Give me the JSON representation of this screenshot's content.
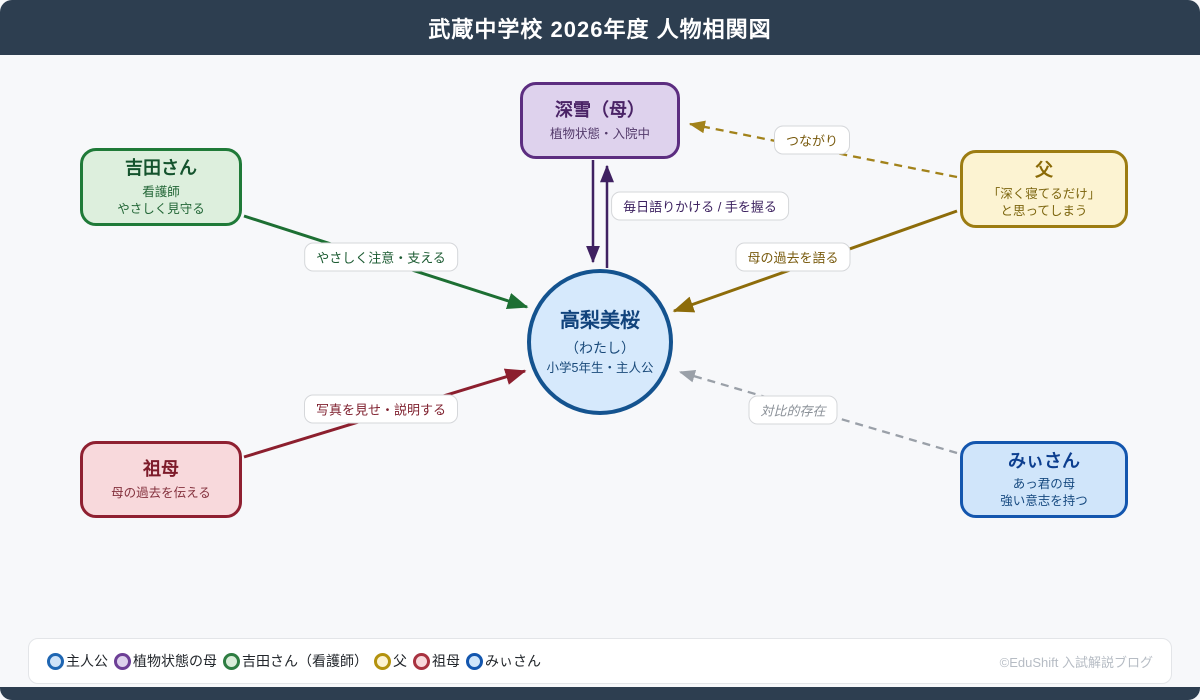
{
  "header": {
    "title": "武蔵中学校 2026年度 人物相関図"
  },
  "nodes": {
    "protagonist": {
      "title": "高梨美桜",
      "subtitle": "（わたし）",
      "description": "小学5年生・主人公"
    },
    "mother": {
      "title": "深雪（母）",
      "line1": "植物状態・入院中"
    },
    "yoshida": {
      "title": "吉田さん",
      "line1": "看護師",
      "line2": "やさしく見守る"
    },
    "father": {
      "title": "父",
      "line1": "「深く寝てるだけ」",
      "line2": "と思ってしまう"
    },
    "grandmother": {
      "title": "祖母",
      "line1": "母の過去を伝える"
    },
    "mii": {
      "title": "みぃさん",
      "line1": "あっ君の母",
      "line2": "強い意志を持つ"
    }
  },
  "edges": {
    "tsunagari": "つながり",
    "daily": "毎日語りかける / 手を握る",
    "yasashiku": "やさしく注意・支える",
    "kako": "母の過去を語る",
    "shashin": "写真を見せ・説明する",
    "taihi": "対比的存在"
  },
  "colors": {
    "purple": "#3f2161",
    "green": "#1d6f33",
    "olive": "#8d6c0a",
    "olive_dashed": "#a2821a",
    "red": "#8c1f2e",
    "gray": "#9aa0a8",
    "header_bg": "#2d3e50",
    "protagonist_fill": "#d6e9fc",
    "protagonist_border": "#14538f"
  },
  "legend": {
    "items": [
      {
        "label": "主人公",
        "fill": "#cfe3f8",
        "border": "#1f66b2"
      },
      {
        "label": "植物状態の母",
        "fill": "#ded2ed",
        "border": "#6d3f96"
      },
      {
        "label": "吉田さん（看護師）",
        "fill": "#d9edd9",
        "border": "#2e7d42"
      },
      {
        "label": "父",
        "fill": "#fcf3d2",
        "border": "#b3920e"
      },
      {
        "label": "祖母",
        "fill": "#f8d9dc",
        "border": "#a83240"
      },
      {
        "label": "みぃさん",
        "fill": "#cfe5fa",
        "border": "#1356ae"
      }
    ]
  },
  "footer": {
    "copyright": "©EduShift 入試解説ブログ"
  }
}
